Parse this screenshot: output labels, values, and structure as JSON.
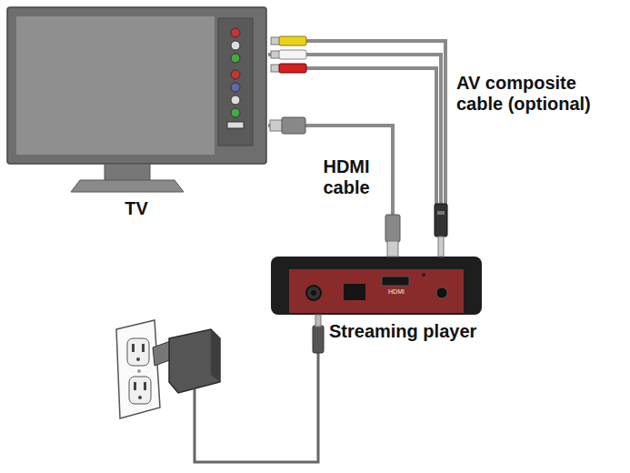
{
  "diagram": {
    "nodes": [
      {
        "text": [
          "TV"
        ]
      },
      {
        "text": [
          "Streaming player"
        ]
      }
    ],
    "edges": [
      {
        "from": 0,
        "to": 1,
        "arrow": "none",
        "label": "AV composite cable (optional)"
      },
      {
        "from": 0,
        "to": 1,
        "arrow": "none",
        "label": "HDMI cable"
      }
    ],
    "labels": [
      "HDMI"
    ]
  }
}
